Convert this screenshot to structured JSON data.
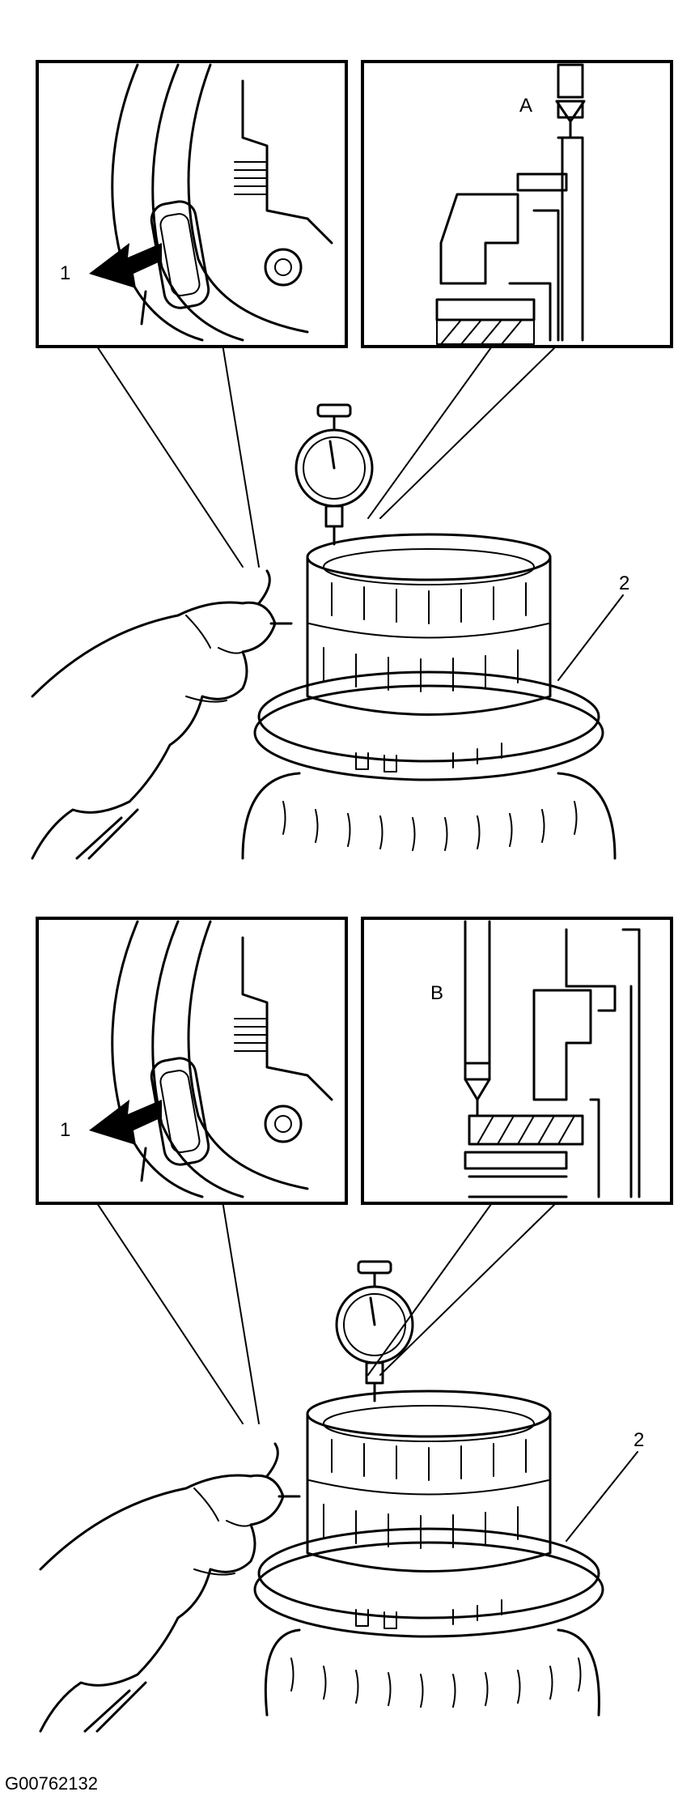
{
  "panels": [
    {
      "callout_detail_letter": "A",
      "arrow_label": "1",
      "part_label": "2"
    },
    {
      "callout_detail_letter": "B",
      "arrow_label": "1",
      "part_label": "2"
    }
  ],
  "figure_id": "G00762132",
  "colors": {
    "line": "#000000",
    "background": "#ffffff"
  },
  "icons": [
    "arrow-icon",
    "dial-indicator-icon",
    "hand-icon"
  ]
}
